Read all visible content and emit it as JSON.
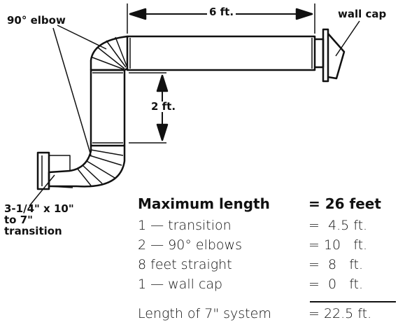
{
  "labels": {
    "elbow": "90° elbow",
    "wall_cap": "wall cap",
    "transition": [
      "3-1/4\" x 10\"",
      "to 7\"",
      "transition"
    ],
    "dim_horizontal": "6 ft.",
    "dim_vertical": "2 ft."
  },
  "table": {
    "header": {
      "label": "Maximum length",
      "value": "= 26 feet"
    },
    "rows": [
      {
        "label": "1 — transition",
        "value": "=  4.5 ft."
      },
      {
        "label": "2 — 90° elbows",
        "value": "= 10   ft."
      },
      {
        "label": "8 feet straight",
        "value": "=  8   ft."
      },
      {
        "label": "1 — wall cap",
        "value": "=  0   ft."
      }
    ],
    "total": {
      "label": "Length of 7\" system",
      "value": "= 22.5 ft."
    }
  }
}
